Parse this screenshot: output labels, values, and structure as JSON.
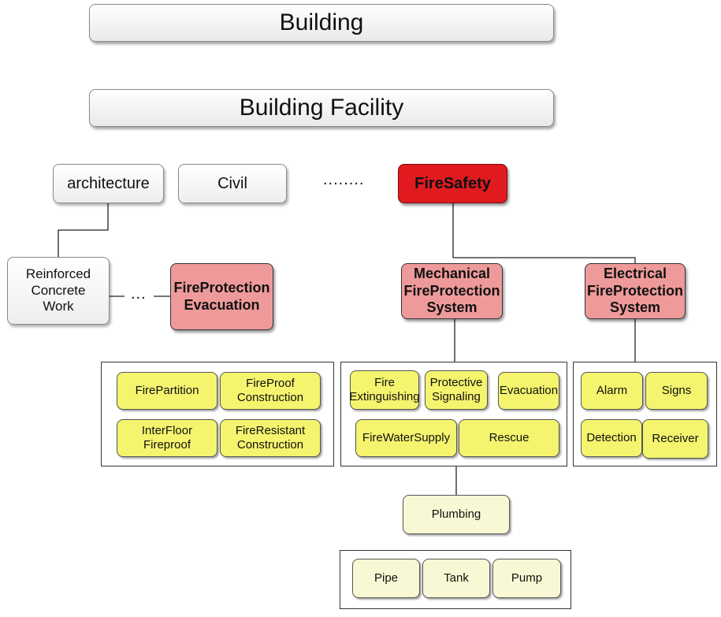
{
  "banners": {
    "building": "Building",
    "building_facility": "Building Facility"
  },
  "categories": {
    "architecture": "architecture",
    "civil": "Civil",
    "ellipsis": "........",
    "firesafety": "FireSafety"
  },
  "architecture_branch": {
    "reinforced": "Reinforced\nConcrete\nWork",
    "ellipsis": "...",
    "evacuation": "FireProtection\nEvacuation",
    "items": [
      "FirePartition",
      "FireProof\nConstruction",
      "InterFloor\nFireproof",
      "FireResistant\nConstruction"
    ]
  },
  "mechanical": {
    "title": "Mechanical\nFireProtection\nSystem",
    "items": [
      "Fire\nExtinguishing",
      "Protective\nSignaling",
      "Evacuation",
      "FireWaterSupply",
      "Rescue"
    ],
    "plumbing": "Plumbing",
    "plumbing_items": [
      "Pipe",
      "Tank",
      "Pump"
    ]
  },
  "electrical": {
    "title": "Electrical\nFireProtection\nSystem",
    "items": [
      "Alarm",
      "Signs",
      "Detection",
      "Receiver"
    ]
  },
  "colors": {
    "firesafety": "#e01a1f",
    "system": "#ef9a9a",
    "component": "#f4f46e",
    "plumbing": "#f8f8d4"
  }
}
